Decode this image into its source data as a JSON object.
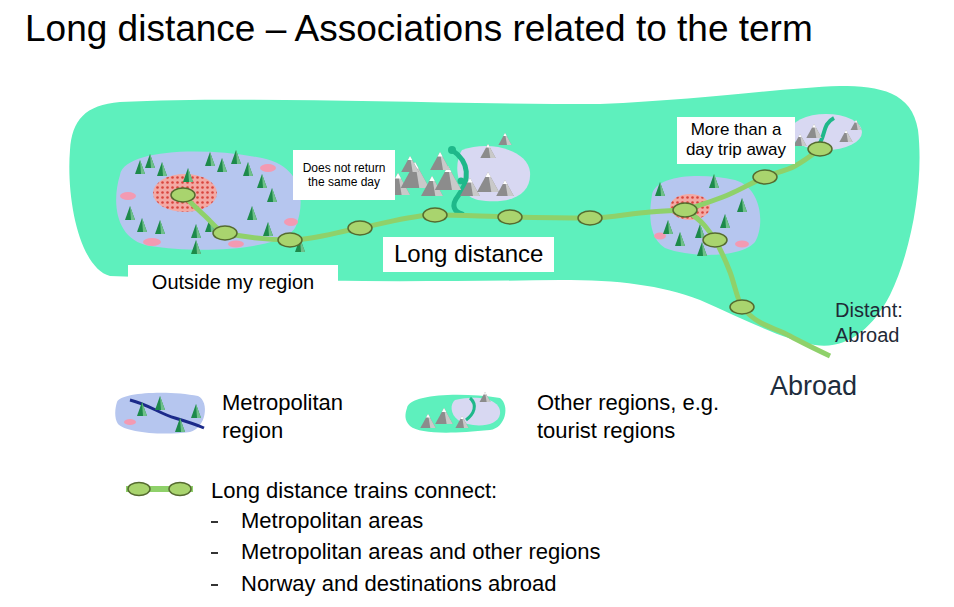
{
  "diagram": {
    "title": "Long distance – Associations related to the term",
    "nodes": [
      {
        "text": [
          "Outside my region"
        ]
      },
      {
        "text": [
          "Does not return the same day"
        ]
      },
      {
        "text": [
          "Long distance"
        ]
      },
      {
        "text": [
          "More than a day trip away"
        ]
      }
    ],
    "labels": [
      "Distant: Abroad",
      "Abroad",
      "Metropolitan areas",
      "Metropolitan areas and other regions",
      "Norway and destinations abroad"
    ],
    "legend": [
      {
        "text": "Metropolitan region"
      },
      {
        "text": "Other regions, e.g. tourist regions"
      },
      {
        "text": "Long distance trains connect:"
      }
    ]
  }
}
